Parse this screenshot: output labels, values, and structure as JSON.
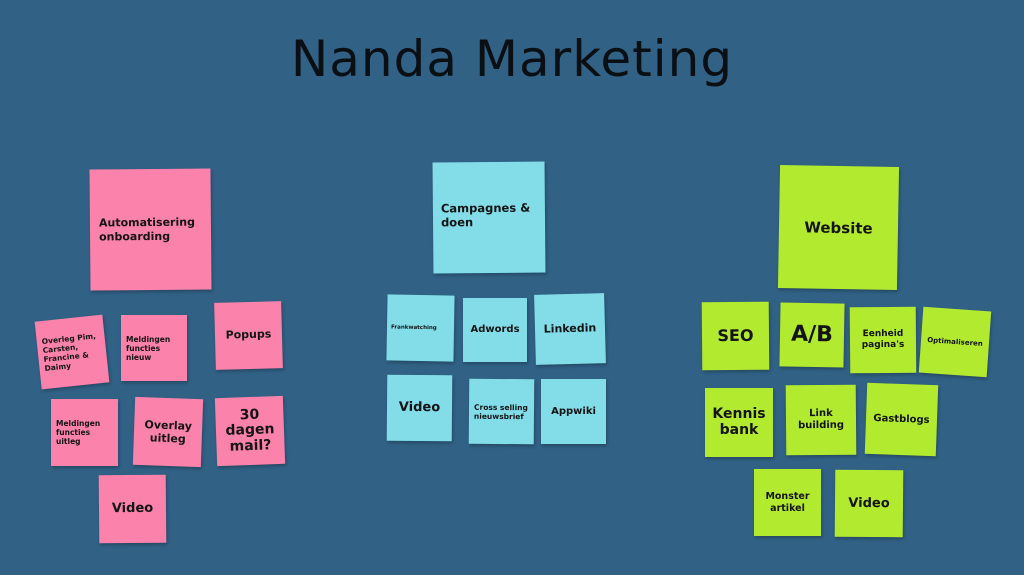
{
  "title": "Nanda Marketing",
  "colors": {
    "background": "#316185",
    "pink": "#fb82ab",
    "cyan": "#82dde9",
    "lime": "#b2ea2f"
  },
  "groups": {
    "pink": {
      "main": "Automatisering onboarding",
      "notes": [
        "Overleg Pim, Carsten, Francine & Daimy",
        "Meldingen functies nieuw",
        "Popups",
        "Meldingen functies uitleg",
        "Overlay uitleg",
        "30 dagen mail?",
        "Video"
      ]
    },
    "cyan": {
      "main": "Campagnes & doen",
      "notes": [
        "Frankwatching",
        "Adwords",
        "Linkedin",
        "Video",
        "Cross selling nieuwsbrief",
        "Appwiki"
      ]
    },
    "lime": {
      "main": "Website",
      "notes": [
        "SEO",
        "A/B",
        "Eenheid pagina's",
        "Optimaliseren",
        "Kennis bank",
        "Link building",
        "Gastblogs",
        "Monster artikel",
        "Video"
      ]
    }
  }
}
